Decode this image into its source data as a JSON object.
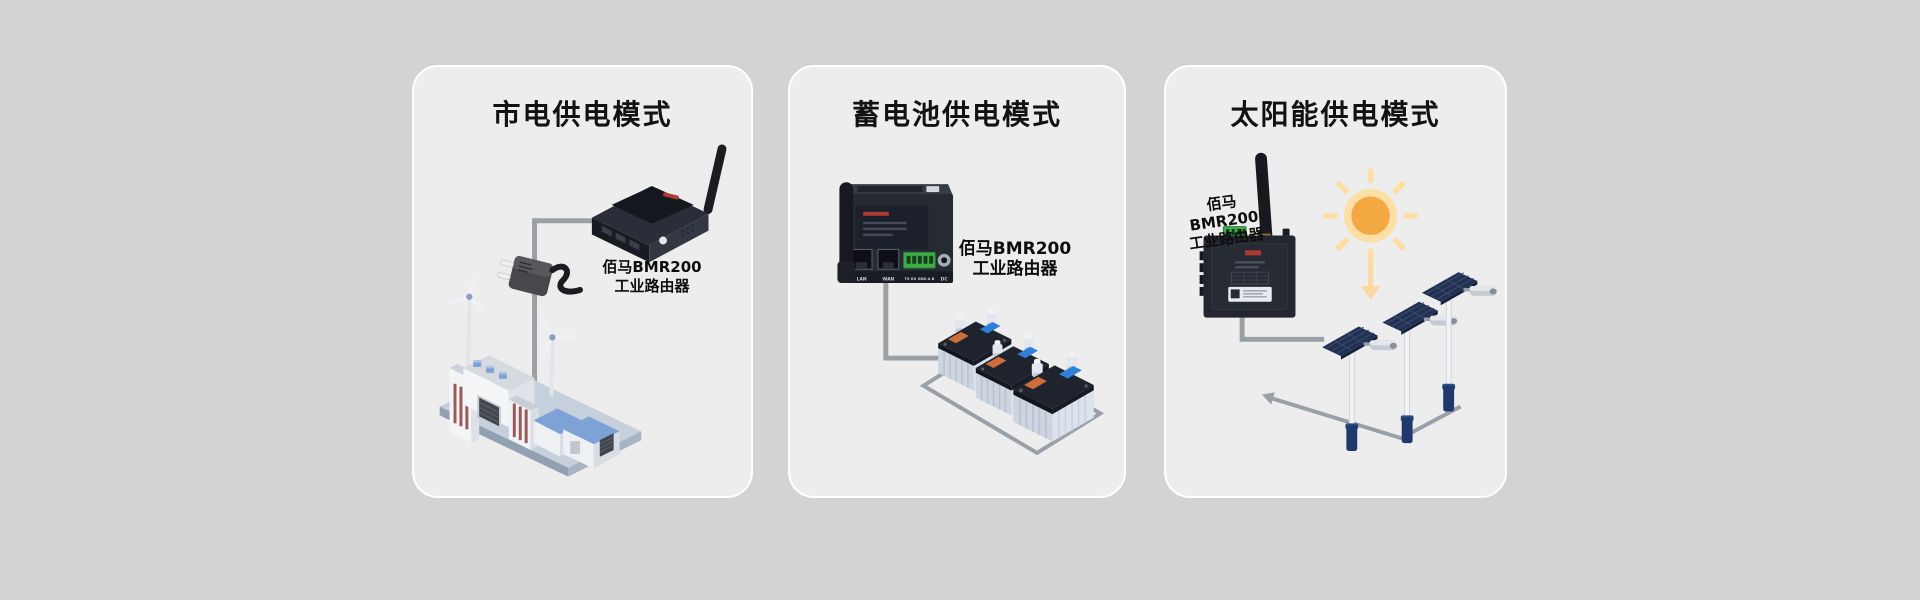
{
  "cards": [
    {
      "title": "市电供电模式",
      "device_label": {
        "line1": "佰马BMR200",
        "line2": "工业路由器"
      }
    },
    {
      "title": "蓄电池供电模式",
      "device_label": {
        "line1": "佰马BMR200",
        "line2": "工业路由器"
      },
      "router_ports": {
        "lan": "LAN",
        "wan": "WAN",
        "serial": "TX RX GND A B",
        "dc": "DC"
      }
    },
    {
      "title": "太阳能供电模式",
      "device_label": {
        "line1": "佰马BMR200",
        "line2": "工业路由器"
      }
    }
  ],
  "colors": {
    "page_background": "#d3d3d3",
    "card_background": "#ededee",
    "card_border": "#ffffff",
    "title_text": "#121212",
    "wire_gray": "#9aa0a3",
    "router_dark": "#23262e",
    "accent_red": "#b03a30",
    "terminal_green": "#3fae49",
    "sun_outer": "#fcdfa4",
    "sun_inner": "#f3a841",
    "solar_panel_navy": "#223152",
    "roof_blue": "#7ea2d6",
    "battery_orange": "#cd6d3d",
    "battery_blue": "#2f7fd6",
    "street_light_base_navy": "#20386b"
  }
}
